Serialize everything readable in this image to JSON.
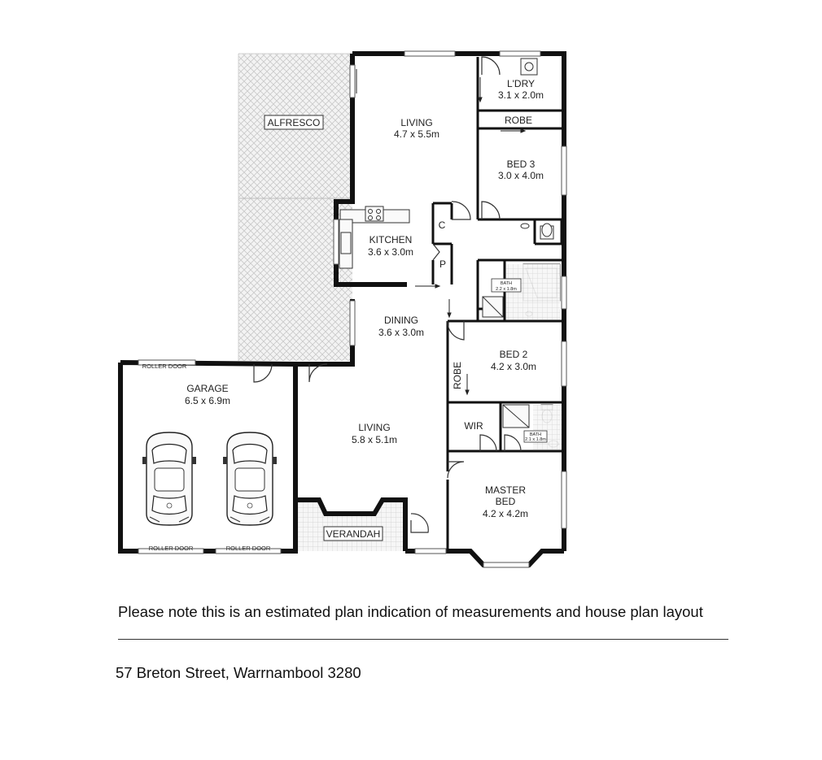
{
  "rooms": {
    "alfresco": "ALFRESCO",
    "living_upper": {
      "name": "LIVING",
      "size": "4.7 x 5.5m"
    },
    "laundry": {
      "name": "L'DRY",
      "size": "3.1 x 2.0m"
    },
    "robe_upper": "ROBE",
    "bed3": {
      "name": "BED 3",
      "size": "3.0 x 4.0m"
    },
    "cupboard": "C",
    "pantry": "P",
    "kitchen": {
      "name": "KITCHEN",
      "size": "3.6 x 3.0m"
    },
    "bath_upper": {
      "name": "BATH",
      "size": "2.2 x 1.8m"
    },
    "dining": {
      "name": "DINING",
      "size": "3.6 x 3.0m"
    },
    "bed2": {
      "name": "BED 2",
      "size": "4.2 x 3.0m"
    },
    "robe_lower": "ROBE",
    "garage": {
      "name": "GARAGE",
      "size": "6.5 x 6.9m"
    },
    "living_lower": {
      "name": "LIVING",
      "size": "5.8 x 5.1m"
    },
    "wir": "WIR",
    "bath_ensuite": {
      "name": "BATH",
      "size": "2.1 x 1.8m"
    },
    "master": {
      "name1": "MASTER",
      "name2": "BED",
      "size": "4.2 x 4.2m"
    },
    "verandah": "VERANDAH",
    "roller_door_top": "ROLLER DOOR",
    "roller_door_left": "ROLLER DOOR",
    "roller_door_right": "ROLLER DOOR"
  },
  "footer": {
    "disclaimer": "Please note this is an estimated plan indication of measurements and house plan layout",
    "address": "57 Breton Street, Warrnambool 3280"
  }
}
